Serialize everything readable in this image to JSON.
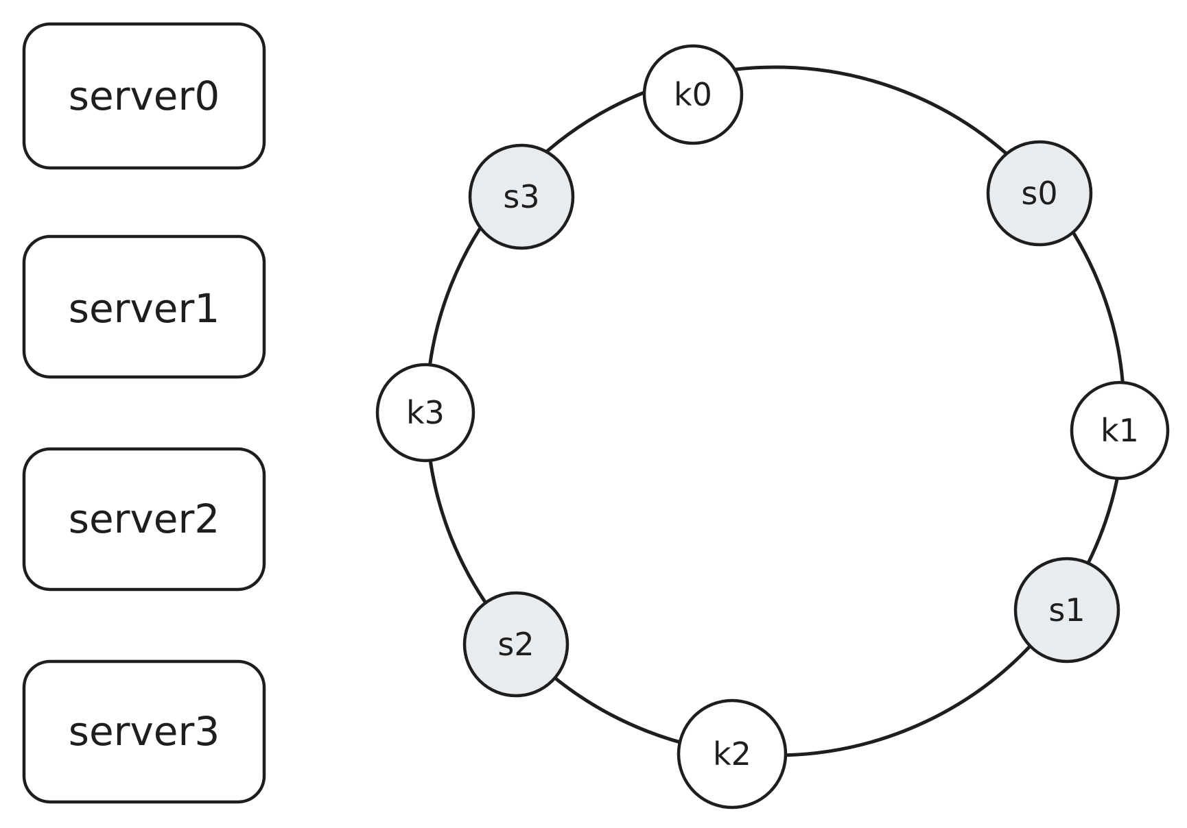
{
  "colors": {
    "stroke": "#1e1e1e",
    "server_node_fill": "#e9ecef",
    "key_node_fill": "#ffffff",
    "background": "#ffffff"
  },
  "servers": [
    {
      "label": "server0"
    },
    {
      "label": "server1"
    },
    {
      "label": "server2"
    },
    {
      "label": "server3"
    }
  ],
  "ring": {
    "nodes": [
      {
        "label": "k0",
        "kind": "key"
      },
      {
        "label": "s0",
        "kind": "server"
      },
      {
        "label": "k1",
        "kind": "key"
      },
      {
        "label": "s1",
        "kind": "server"
      },
      {
        "label": "k2",
        "kind": "key"
      },
      {
        "label": "s2",
        "kind": "server"
      },
      {
        "label": "k3",
        "kind": "key"
      },
      {
        "label": "s3",
        "kind": "server"
      }
    ]
  }
}
